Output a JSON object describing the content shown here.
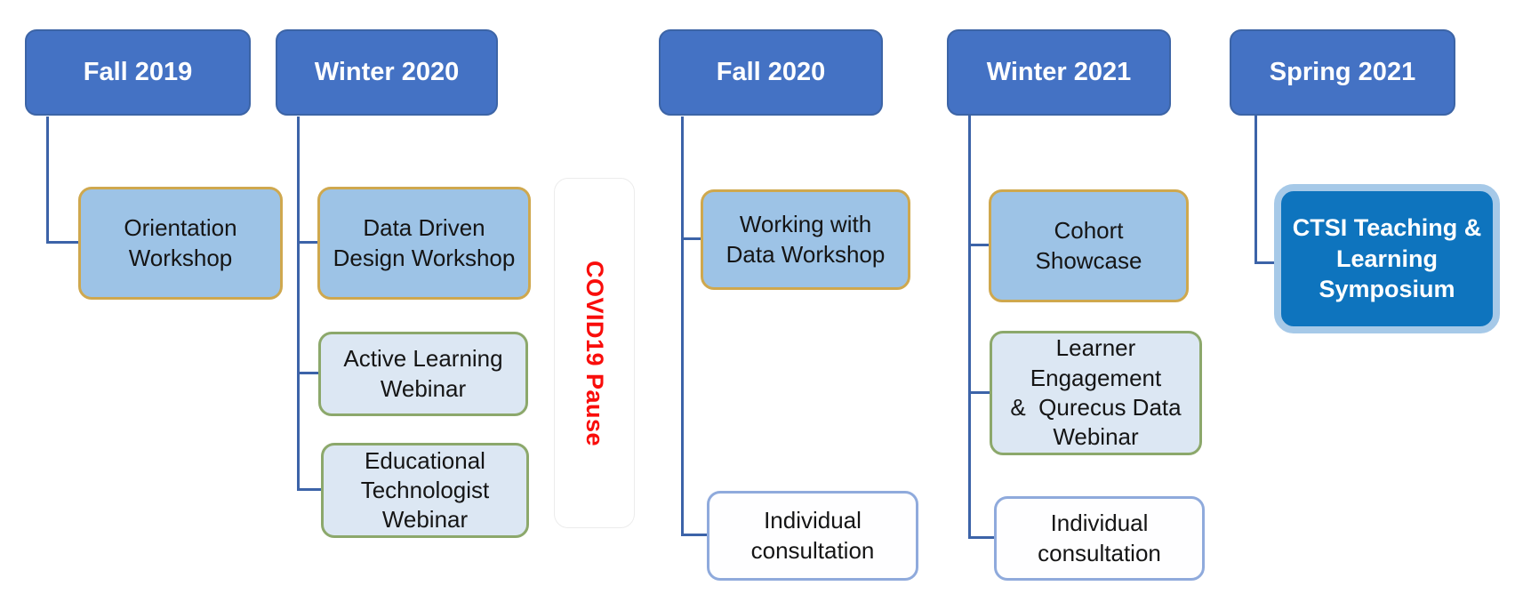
{
  "title": "Program timeline flowchart (Fall 2019 - Spring 2021)",
  "colors": {
    "header_fill": "#4472C4",
    "header_border": "#3C64A6",
    "workshop_fill": "#9DC3E6",
    "workshop_border": "#CFA84E",
    "webinar_fill": "#DCE7F3",
    "webinar_border": "#8CA86B",
    "consult_fill": "#FEFEFF",
    "consult_border": "#8FAADC",
    "symposium_fill": "#0E74BE",
    "symposium_border": "#A6C9E8",
    "connector": "#3C63A8",
    "pause_text": "#F90D0B"
  },
  "pause": {
    "label": "COVID19 Pause"
  },
  "columns": [
    {
      "header": "Fall 2019",
      "children": [
        {
          "label": "Orientation\nWorkshop",
          "type": "workshop"
        }
      ]
    },
    {
      "header": "Winter 2020",
      "children": [
        {
          "label": "Data Driven\nDesign Workshop",
          "type": "workshop"
        },
        {
          "label": "Active Learning\nWebinar",
          "type": "webinar"
        },
        {
          "label": "Educational\nTechnologist\nWebinar",
          "type": "webinar"
        }
      ]
    },
    {
      "header": "Fall 2020",
      "children": [
        {
          "label": "Working with\nData Workshop",
          "type": "workshop"
        },
        {
          "label": "Individual\nconsultation",
          "type": "consultation"
        }
      ]
    },
    {
      "header": "Winter 2021",
      "children": [
        {
          "label": "Cohort\nShowcase",
          "type": "workshop"
        },
        {
          "label": "Learner\nEngagement\n&  Qurecus Data\nWebinar",
          "type": "webinar"
        },
        {
          "label": "Individual\nconsultation",
          "type": "consultation"
        }
      ]
    },
    {
      "header": "Spring 2021",
      "children": [
        {
          "label": "CTSI Teaching &\nLearning\nSymposium",
          "type": "symposium"
        }
      ]
    }
  ]
}
